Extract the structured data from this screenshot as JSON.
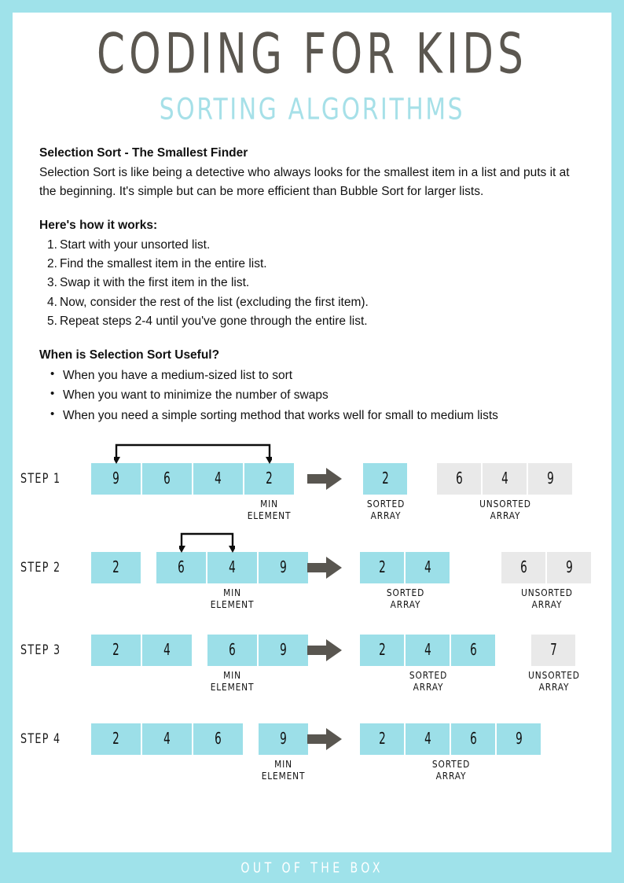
{
  "colors": {
    "border": "#9FE2EA",
    "sheet": "#FFFFFF",
    "title": "#5B5750",
    "subtitle": "#A6E0E8",
    "cell_sorted": "#9CDFE8",
    "cell_unsorted": "#E9E9E9",
    "arrow": "#595650",
    "text": "#111111"
  },
  "header": {
    "title": "CODING FOR KIDS",
    "subtitle": "SORTING ALGORITHMS"
  },
  "intro": {
    "heading": "Selection Sort - The Smallest Finder",
    "paragraph": "Selection Sort is like being a detective who always looks for the smallest item in a list and puts it at the beginning. It's simple but can be more efficient than Bubble Sort for larger lists."
  },
  "how_it_works": {
    "heading": "Here's how it works:",
    "items": [
      {
        "num": "1.",
        "text": "Start with your unsorted list."
      },
      {
        "num": "2.",
        "text": "Find the smallest item in the entire list."
      },
      {
        "num": "3.",
        "text": "Swap it with the first item in the list."
      },
      {
        "num": "4.",
        "text": "Now, consider the rest of the list (excluding the first item)."
      },
      {
        "num": "5.",
        "text": "Repeat steps 2-4 until you've gone through the entire list."
      }
    ]
  },
  "useful": {
    "heading": "When is Selection Sort Useful?",
    "items": [
      "When you have a medium-sized list to sort",
      "When you want to minimize the number of swaps",
      "When you need a simple sorting method that works well for small to medium lists"
    ]
  },
  "captions": {
    "min_element": "MIN\nELEMENT",
    "sorted_array": "SORTED\nARRAY",
    "unsorted_array": "UNSORTED\nARRAY"
  },
  "chart_data": {
    "type": "diagram",
    "title": "Selection Sort step-by-step visualization",
    "steps": [
      {
        "label": "STEP 1",
        "left_groups": [
          {
            "values": [
              "9",
              "6",
              "4",
              "2"
            ],
            "color": "cyan"
          }
        ],
        "min_element_index": 3,
        "swap": {
          "from_index": 0,
          "to_index": 3
        },
        "result_sorted": [
          "2"
        ],
        "result_unsorted": [
          "6",
          "4",
          "9"
        ]
      },
      {
        "label": "STEP 2",
        "left_groups": [
          {
            "values": [
              "2"
            ],
            "color": "cyan"
          },
          {
            "values": [
              "6",
              "4",
              "9"
            ],
            "color": "cyan"
          }
        ],
        "min_element_index": 2,
        "swap": {
          "from_index": 1,
          "to_index": 2
        },
        "result_sorted": [
          "2",
          "4"
        ],
        "result_unsorted": [
          "6",
          "9"
        ]
      },
      {
        "label": "STEP 3",
        "left_groups": [
          {
            "values": [
              "2",
              "4"
            ],
            "color": "cyan"
          },
          {
            "values": [
              "6",
              "9"
            ],
            "color": "cyan"
          }
        ],
        "min_element_index": 2,
        "swap": null,
        "result_sorted": [
          "2",
          "4",
          "6"
        ],
        "result_unsorted": [
          "7"
        ]
      },
      {
        "label": "STEP 4",
        "left_groups": [
          {
            "values": [
              "2",
              "4",
              "6"
            ],
            "color": "cyan"
          },
          {
            "values": [
              "9"
            ],
            "color": "cyan"
          }
        ],
        "min_element_index": 3,
        "swap": null,
        "result_sorted": [
          "2",
          "4",
          "6",
          "9"
        ],
        "result_unsorted": []
      }
    ]
  },
  "footer": {
    "text": "OUT OF THE BOX"
  }
}
